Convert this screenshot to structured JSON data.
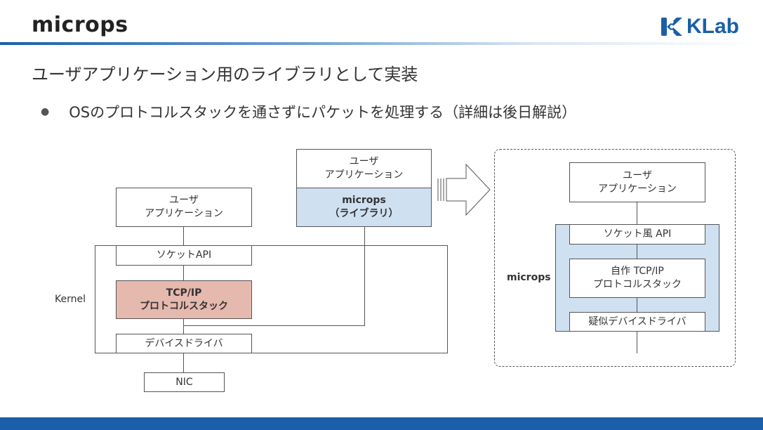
{
  "header": {
    "title": "microps",
    "logo_text": "KLab",
    "brand_color": "#1a5fa8"
  },
  "subtitle": "ユーザアプリケーション用のライブラリとして実装",
  "bullet": {
    "text": "OSのプロトコルスタックを通さずにパケットを処理する（詳細は後日解説）"
  },
  "left_diagram": {
    "user_app": [
      "ユーザ",
      "アプリケーション"
    ],
    "kernel_label": "Kernel",
    "socket_api": "ソケットAPI",
    "tcpip": [
      "TCP/IP",
      "プロトコルスタック"
    ],
    "device_driver": "デバイスドライバ",
    "nic": "NIC"
  },
  "middle_diagram": {
    "user_app": [
      "ユーザ",
      "アプリケーション"
    ],
    "microps_lib": [
      "microps",
      "（ライブラリ）"
    ]
  },
  "right_diagram": {
    "user_app": [
      "ユーザ",
      "アプリケーション"
    ],
    "microps_label": "microps",
    "socket_like_api": "ソケット風 API",
    "own_tcpip": [
      "自作 TCP/IP",
      "プロトコルスタック"
    ],
    "pseudo_driver": "疑似デバイスドライバ"
  },
  "colors": {
    "library_fill": "#cfe0f1",
    "tcpip_fill": "#e6b9ae",
    "footer": "#1b5ea9"
  }
}
